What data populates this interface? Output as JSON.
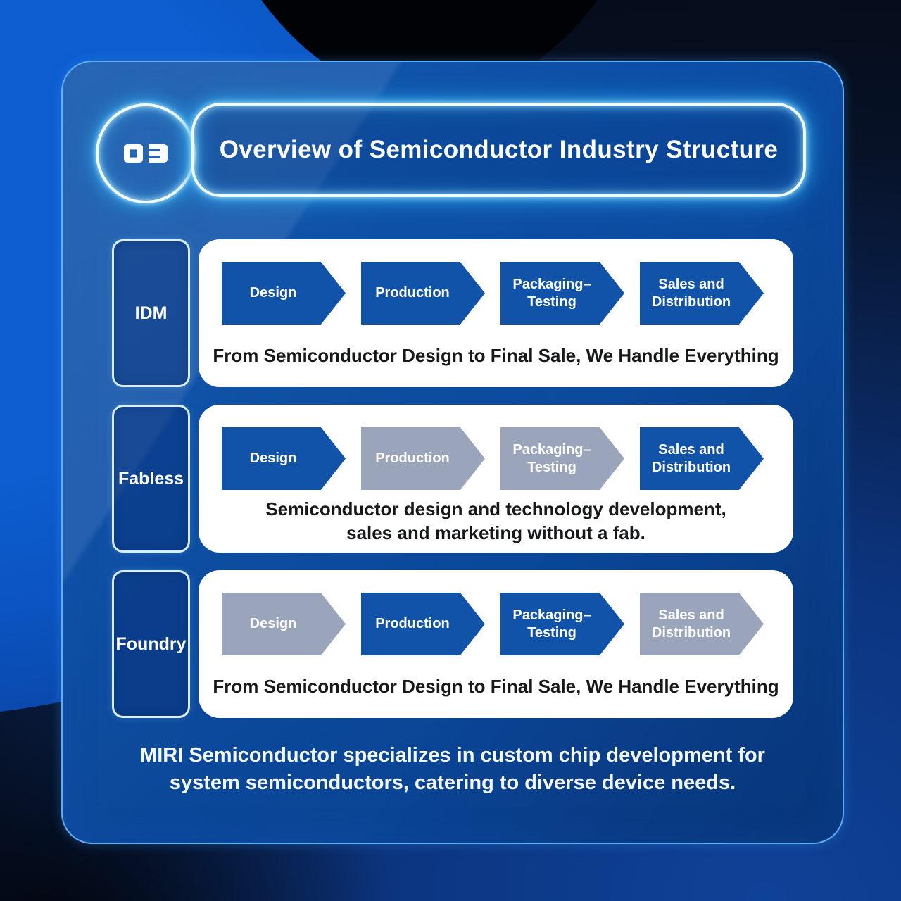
{
  "slide": {
    "number": "03",
    "title": "Overview of Semiconductor Industry Structure",
    "footer_lines": [
      "MIRI Semiconductor specializes in custom chip development for",
      "system semiconductors, catering to diverse device needs."
    ]
  },
  "colors": {
    "step_active_blue": "#1153a8",
    "step_inactive_gray": "#9aa4bb",
    "panel_blue": "#0c4da4",
    "background_bright_blue": "#0b53c0",
    "neon_glow_cyan": "#9fe5ff",
    "card_white": "#ffffff",
    "caption_text": "#17181a"
  },
  "steps": [
    {
      "id": "design",
      "label_lines": [
        "Design"
      ]
    },
    {
      "id": "production",
      "label_lines": [
        "Production"
      ]
    },
    {
      "id": "packaging-testing",
      "label_lines": [
        "Packaging–",
        "Testing"
      ]
    },
    {
      "id": "sales-distribution",
      "label_lines": [
        "Sales and",
        "Distribution"
      ]
    }
  ],
  "rows": [
    {
      "label": "IDM",
      "active_steps": [
        true,
        true,
        true,
        true
      ],
      "caption_lines": [
        "From Semiconductor Design to Final Sale, We Handle Everything"
      ]
    },
    {
      "label": "Fabless",
      "active_steps": [
        true,
        false,
        false,
        true
      ],
      "caption_lines": [
        "Semiconductor design and technology development,",
        "sales and marketing without a fab."
      ]
    },
    {
      "label": "Foundry",
      "active_steps": [
        false,
        true,
        true,
        false
      ],
      "caption_lines": [
        "From Semiconductor Design to Final Sale, We Handle Everything"
      ]
    }
  ]
}
